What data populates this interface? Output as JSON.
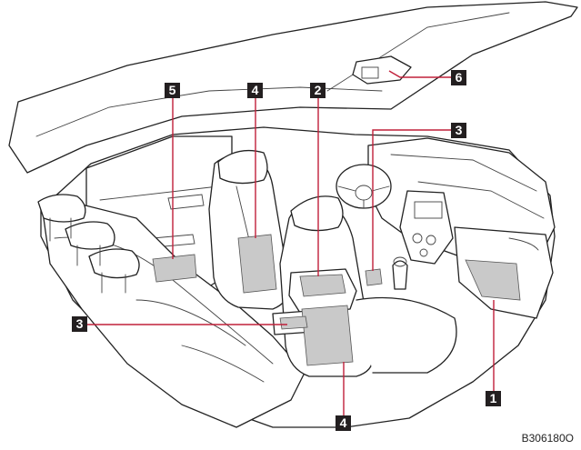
{
  "callouts": [
    {
      "label": "1",
      "meaning": "glove-compartment"
    },
    {
      "label": "2",
      "meaning": "console-box"
    },
    {
      "label": "3",
      "meaning": "cup-holder-front"
    },
    {
      "label": "3",
      "meaning": "cup-holder-rear"
    },
    {
      "label": "4",
      "meaning": "seatback-pocket-upper"
    },
    {
      "label": "4",
      "meaning": "seatback-pocket-lower"
    },
    {
      "label": "5",
      "meaning": "door-pocket"
    },
    {
      "label": "6",
      "meaning": "overhead-console"
    }
  ],
  "figure_code": "B306180O",
  "colors": {
    "leader_line": "#c0203a",
    "badge": "#231f20",
    "storage_zone": "#c9c9c9"
  }
}
